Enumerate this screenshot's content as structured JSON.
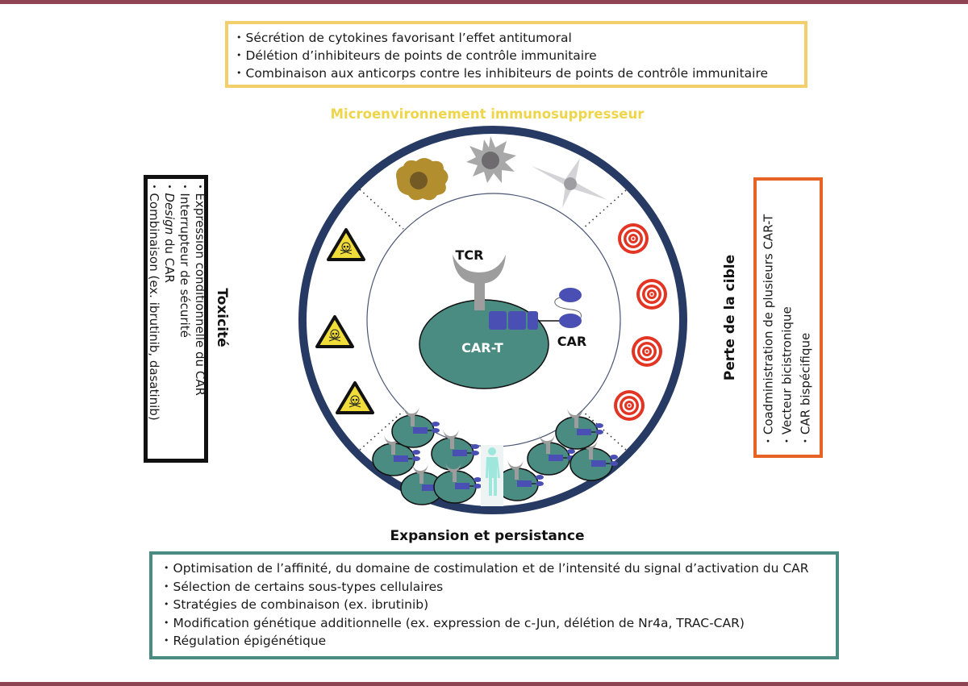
{
  "colors": {
    "frame_bar": "#8e4453",
    "microenvironment": "#f2cf6a",
    "microenvironment_title": "#eed54a",
    "toxicity": "#111111",
    "target_loss": "#e76324",
    "expansion": "#4b8c82",
    "ring": "#263a63",
    "cart_cell": "#4b8c82",
    "car_domain": "#4a4fb4"
  },
  "top_box": {
    "items": [
      "Sécrétion de cytokines favorisant l’effet antitumoral",
      "Délétion d’inhibiteurs de points de contrôle immunitaire",
      "Combinaison aux anticorps contre les inhibiteurs de points de contrôle immunitaire"
    ]
  },
  "sections": {
    "microenvironment": "Microenvironnement immunosuppresseur",
    "toxicity": "Toxicité",
    "target_loss": "Perte de la cible",
    "expansion": "Expansion et persistance"
  },
  "left_box": {
    "items": [
      {
        "text": "Expression conditionnelle du CAR"
      },
      {
        "text": "Interrupteur de sécurité"
      },
      {
        "italic": "Design",
        "text": " du CAR"
      },
      {
        "text": "Combinaison (ex. ibrutinib, dasatinib)"
      }
    ]
  },
  "right_box": {
    "items": [
      "Coadministration de plusieurs CAR-T",
      "Vecteur bicistronique",
      "CAR bispécifique"
    ]
  },
  "bottom_box": {
    "items": [
      "Optimisation de l’affinité, du domaine de costimulation et de l’intensité du signal d’activation du CAR",
      "Sélection de certains sous-types cellulaires",
      "Stratégies de combinaison (ex. ibrutinib)",
      "Modification génétique additionnelle (ex. expression de c-Jun, délétion de Nr4a, TRAC-CAR)",
      "Régulation épigénétique"
    ]
  },
  "center": {
    "tcr_label": "TCR",
    "cell_label": "CAR-T",
    "car_label": "CAR"
  },
  "icons": {
    "toxicity": [
      "hazard-skull-icon",
      "hazard-skull-icon",
      "hazard-skull-icon"
    ],
    "target_loss": [
      "target-icon",
      "target-icon",
      "target-icon",
      "target-icon"
    ],
    "microenvironment": [
      "tumor-cell-icon",
      "dendritic-cell-icon",
      "stromal-cell-icon"
    ],
    "expansion": [
      "cart-cell-icon",
      "human-figure-icon"
    ]
  }
}
